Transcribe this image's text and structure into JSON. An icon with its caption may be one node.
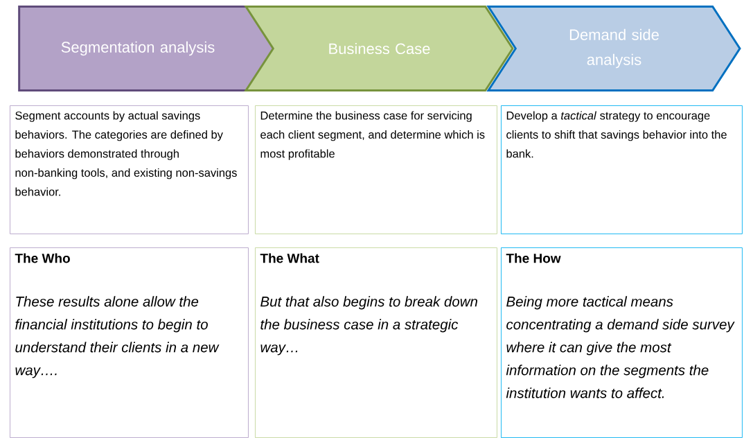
{
  "diagram": {
    "nodes": [
      {
        "text": [
          "Segmentation analysis"
        ]
      },
      {
        "text": [
          "Business Case"
        ]
      },
      {
        "text": [
          "Demand side analysis"
        ]
      },
      {
        "text": [
          "Segment accounts by actual savings behaviors.  The categories are defined by behaviors demonstrated through non-banking tools, and existing non-savings behavior."
        ]
      },
      {
        "text": [
          "Determine the business case for servicing each client segment, and determine which is most profitable"
        ]
      },
      {
        "text": [
          "Develop a *tactical* strategy to encourage clients to shift that savings behavior into the bank."
        ]
      },
      {
        "text": [
          "The Who",
          "These results alone allow the financial institutions to begin to understand their clients in a new way…."
        ]
      },
      {
        "text": [
          "The What",
          "But that also begins to break down the business case in a strategic way…"
        ]
      },
      {
        "text": [
          "The How",
          "Being more tactical means concentrating a demand side survey where it can give the most information on the segments the institution wants to affect."
        ]
      }
    ]
  }
}
